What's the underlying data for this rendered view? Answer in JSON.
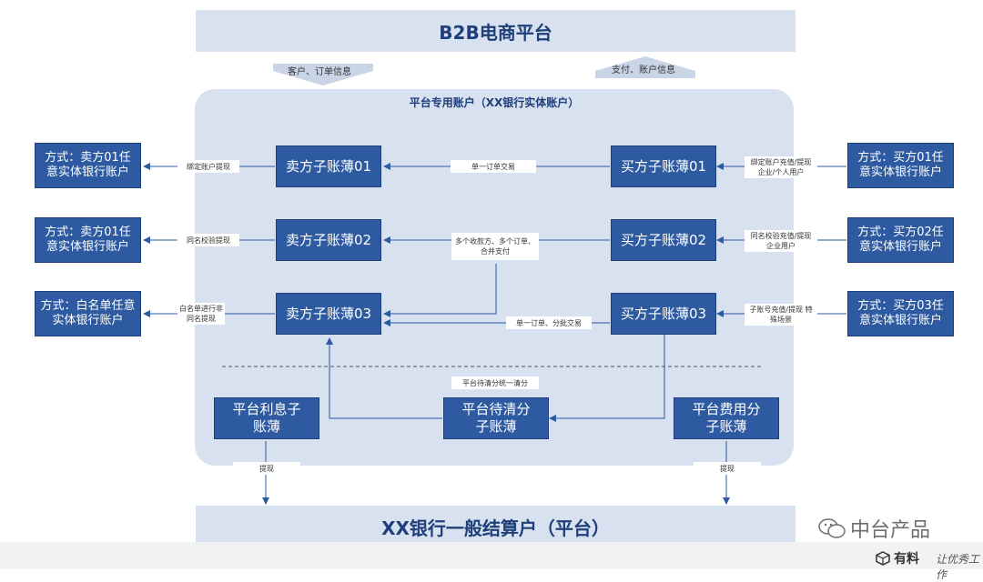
{
  "top": {
    "title": "B2B电商平台"
  },
  "bottom": {
    "title": "XX银行一般结算户（平台）"
  },
  "arrows": {
    "left_label": "客户、订单信息",
    "right_label": "支付、账户信息"
  },
  "area": {
    "title": "平台专用账户（XX银行实体账户）"
  },
  "sell_books": [
    "卖方子账薄01",
    "卖方子账薄02",
    "卖方子账薄03"
  ],
  "buy_books": [
    "买方子账薄01",
    "买方子账薄02",
    "买方子账薄03"
  ],
  "platform_books": {
    "interest": "平台利息子账薄",
    "pending": "平台待清分子账薄",
    "fee": "平台费用分子账薄"
  },
  "left_ext": [
    "方式：卖方01任意实体银行账户",
    "方式：卖方01任意实体银行账户",
    "方式：白名单任意实体银行账户"
  ],
  "right_ext": [
    "方式：买方01任意实体银行账户",
    "方式：买方02任意实体银行账户",
    "方式：买方03任意实体银行账户"
  ],
  "left_labels": [
    "绑定账户提现",
    "同名校验提现",
    "白名单进行非同名提现"
  ],
  "middle_labels": [
    "单一订单交易",
    "多个收款方、多个订单、合并支付",
    "单一订单、分批交易"
  ],
  "right_labels": [
    "绑定账户充值/提现 企业/个人用户",
    "同名校验充值/提现 企业用户",
    "子账号充值/提现 特殊场景"
  ],
  "pending_label": "平台待清分统一清分",
  "withdraw_labels": [
    "提现",
    "提现"
  ],
  "watermark": {
    "name": "中台产品",
    "brand": "有料",
    "slogan": "让优秀工作"
  }
}
